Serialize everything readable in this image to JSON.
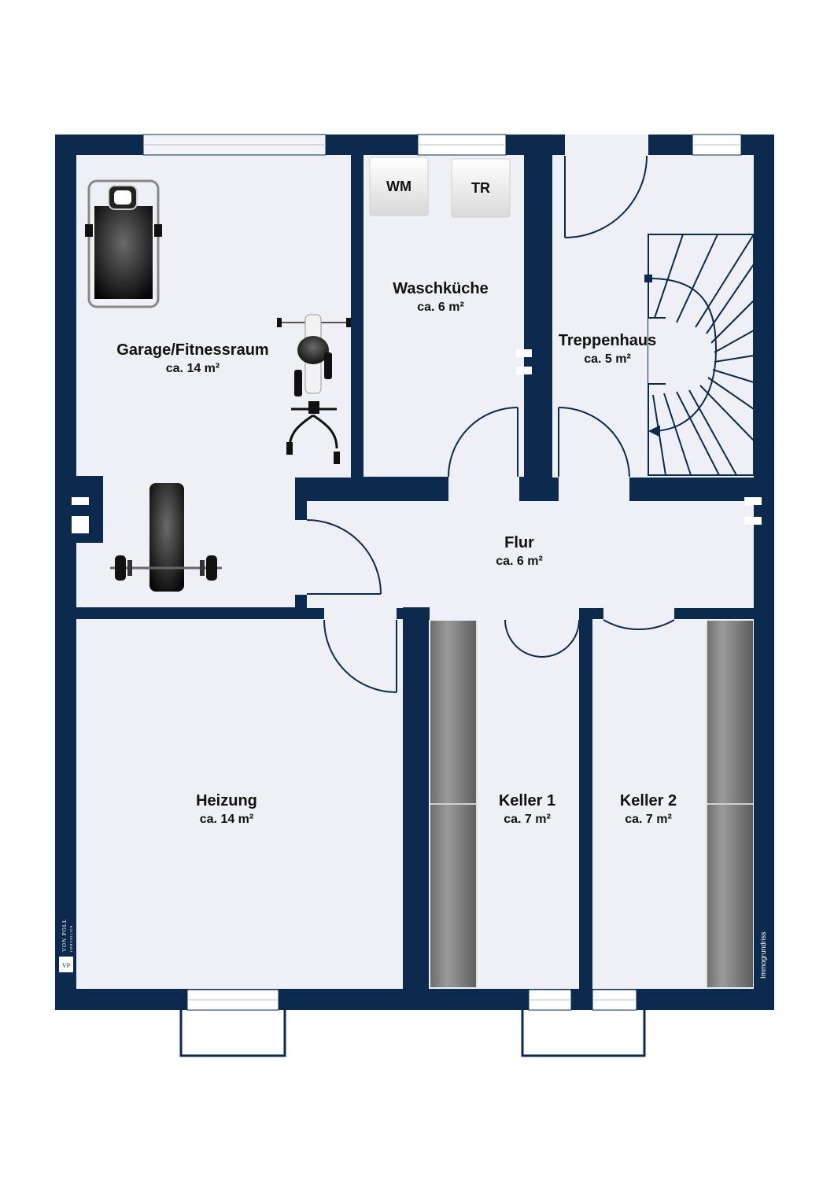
{
  "colors": {
    "wall": "#0b2a4e",
    "floor": "#eff0f5",
    "background": "#ffffff",
    "text": "#111111"
  },
  "rooms": {
    "garage": {
      "name": "Garage/Fitnessraum",
      "area": "ca. 14 m²"
    },
    "waschkueche": {
      "name": "Waschküche",
      "area": "ca. 6 m²"
    },
    "treppenhaus": {
      "name": "Treppenhaus",
      "area": "ca. 5 m²"
    },
    "flur": {
      "name": "Flur",
      "area": "ca. 6 m²"
    },
    "heizung": {
      "name": "Heizung",
      "area": "ca. 14 m²"
    },
    "keller1": {
      "name": "Keller 1",
      "area": "ca. 7 m²"
    },
    "keller2": {
      "name": "Keller 2",
      "area": "ca. 7 m²"
    }
  },
  "appliances": {
    "washer": "WM",
    "dryer": "TR"
  },
  "branding": {
    "logo_text": "VON POLL",
    "logo_subtext": "IMMOBILIEN",
    "logo_mark": "VP",
    "credit": "Immogrundriss"
  },
  "icons": [
    "treadmill-icon",
    "exercise-bike-icon",
    "weight-bench-icon",
    "washing-machine-icon",
    "dryer-icon",
    "staircase-icon",
    "shelf-icon",
    "door-swing-icon",
    "window-icon"
  ]
}
